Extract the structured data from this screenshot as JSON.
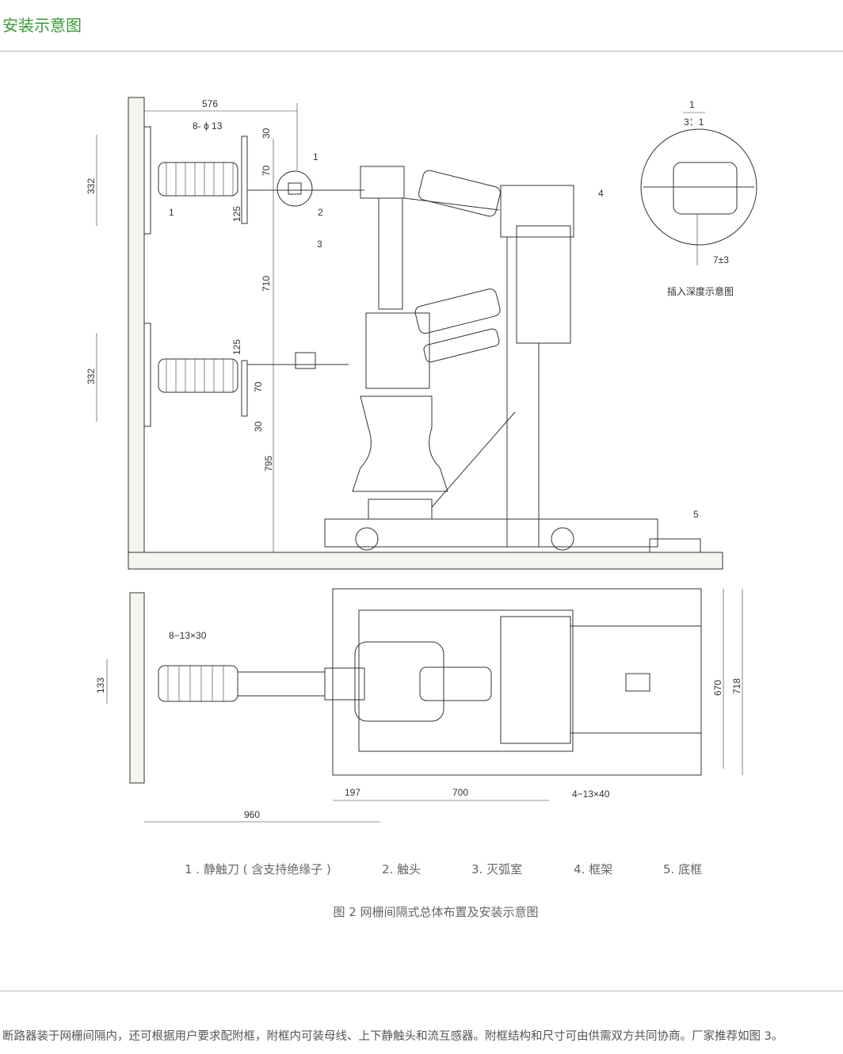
{
  "header": {
    "title": "安装示意图"
  },
  "drawing": {
    "dims": {
      "d576": "576",
      "d8phi13": "8- ϕ 13",
      "d30a": "30",
      "d70a": "70",
      "d125a": "125",
      "d332a": "332",
      "d710": "710",
      "d125b": "125",
      "d70b": "70",
      "d30b": "30",
      "d795": "795",
      "d332b": "332",
      "c1": "1",
      "c2": "2",
      "c3": "3",
      "c4": "4",
      "c5": "5",
      "c1b": "1",
      "detail_num": "1",
      "detail_scale": "3：1",
      "d7pm3": "7±3",
      "detail_label": "插入深度示意图",
      "d8_13x30": "8−13×30",
      "d133": "133",
      "d197": "197",
      "d700": "700",
      "d960": "960",
      "d4_13x40": "4−13×40",
      "d670": "670",
      "d718": "718"
    }
  },
  "legend": [
    {
      "label": "1 . 静触刀 ( 含支持绝缘子 )"
    },
    {
      "label": "2. 触头"
    },
    {
      "label": "3. 灭弧室"
    },
    {
      "label": "4. 框架"
    },
    {
      "label": "5. 底框"
    }
  ],
  "caption": "图 2 网栅间隔式总体布置及安装示意图",
  "paragraph": "断路器装于网栅间隔内，还可根据用户要求配附框，附框内可装母线、上下静触头和流互感器。附框结构和尺寸可由供需双方共同协商。厂家推荐如图 3。"
}
